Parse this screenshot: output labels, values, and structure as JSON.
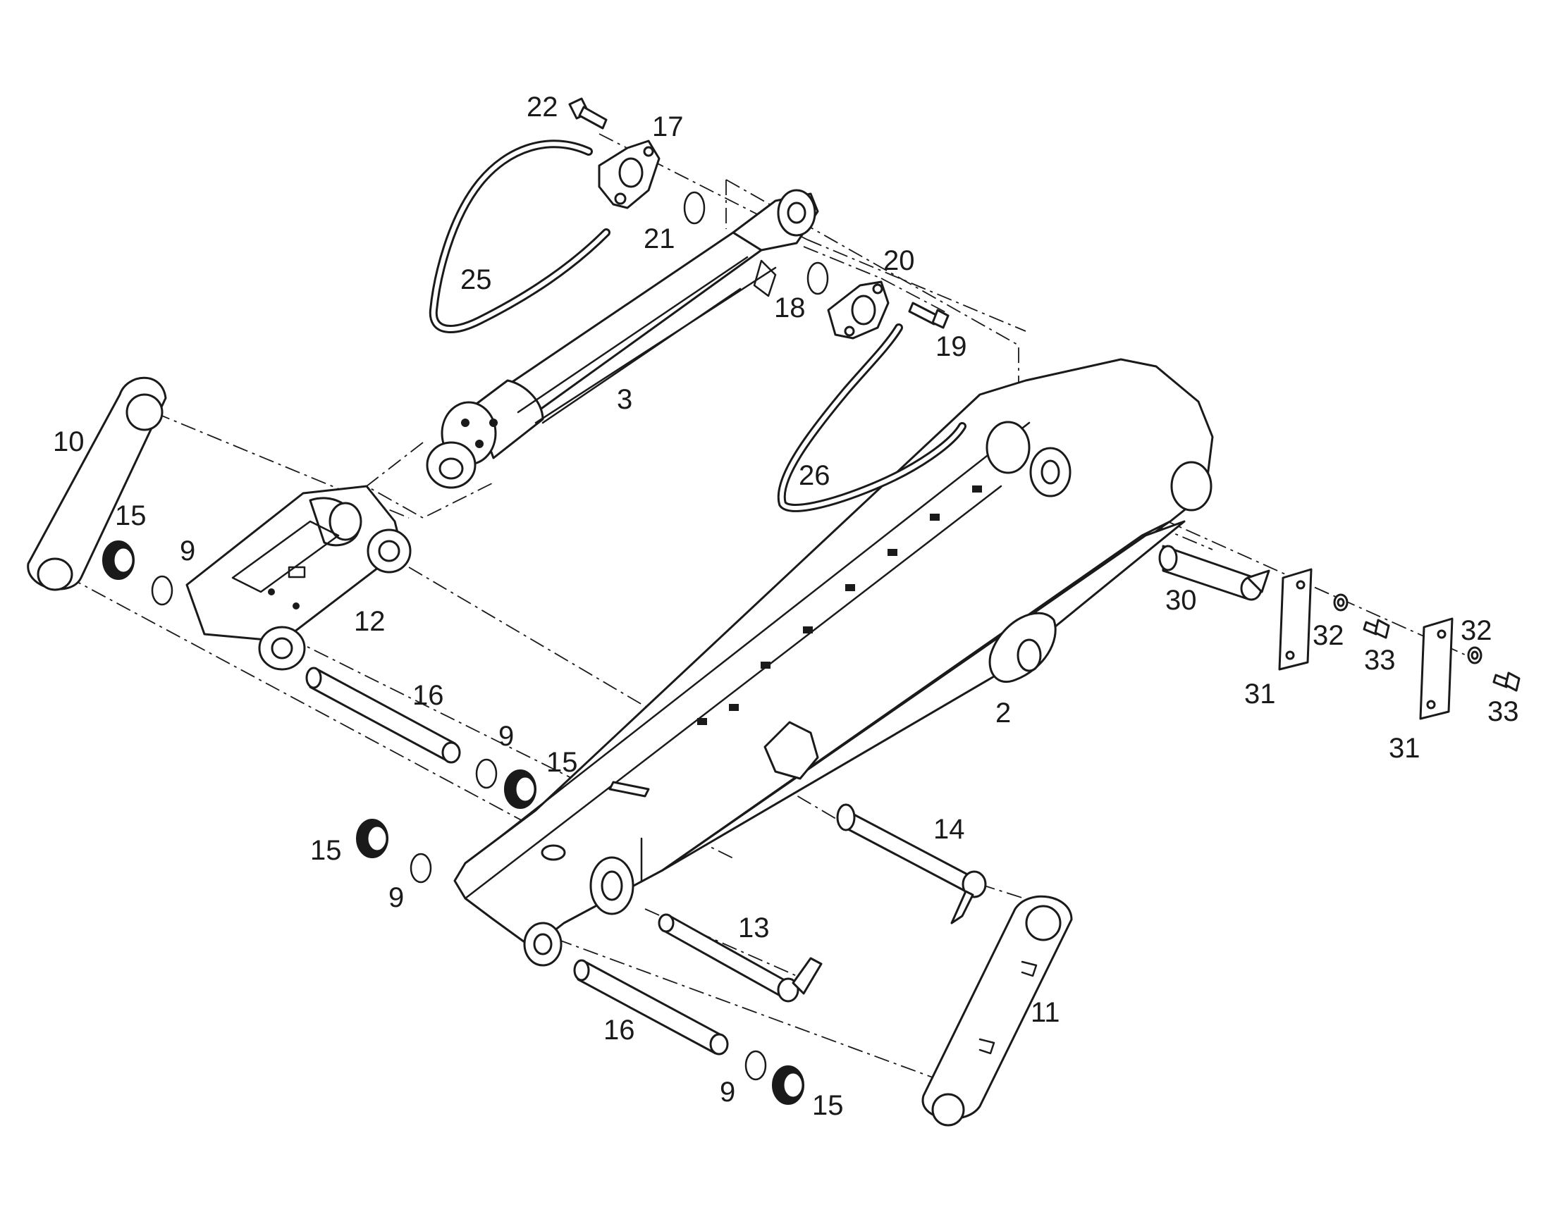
{
  "colors": {
    "line": "#1a1a1a",
    "background": "#ffffff"
  },
  "callouts": {
    "c2": "2",
    "c3": "3",
    "c9a": "9",
    "c9b": "9",
    "c9c": "9",
    "c9d": "9",
    "c10": "10",
    "c11": "11",
    "c12": "12",
    "c13": "13",
    "c14": "14",
    "c15a": "15",
    "c15b": "15",
    "c15c": "15",
    "c15d": "15",
    "c16a": "16",
    "c16b": "16",
    "c17": "17",
    "c18": "18",
    "c19": "19",
    "c20": "20",
    "c21": "21",
    "c22": "22",
    "c25": "25",
    "c26": "26",
    "c30": "30",
    "c31a": "31",
    "c31b": "31",
    "c32a": "32",
    "c32b": "32",
    "c33a": "33",
    "c33b": "33"
  }
}
